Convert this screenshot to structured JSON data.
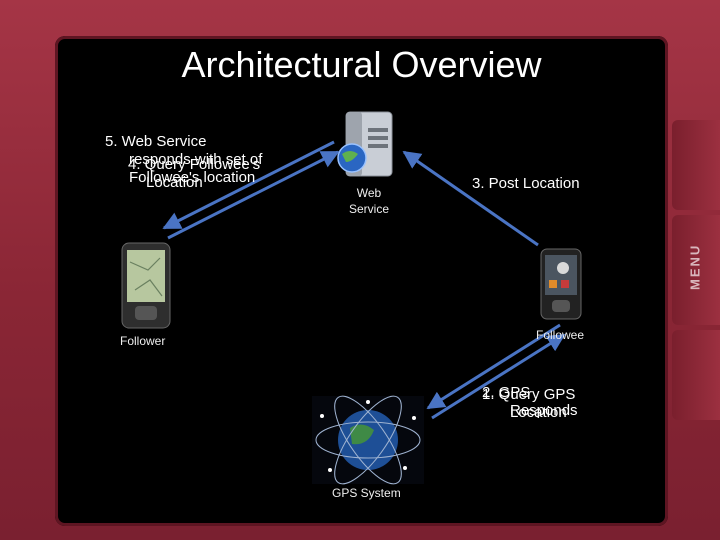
{
  "slide": {
    "title": "Architectural Overview",
    "side_menu_label": "MENU"
  },
  "nodes": {
    "web_service": "Web Service",
    "follower": "Follower",
    "followee": "Followee",
    "gps_system": "GPS System"
  },
  "steps": {
    "step5_line1": "5.  Web Service",
    "step5_line2": "responds with set of",
    "step5_line3": "Followee's location",
    "step4_line1": "4.  Query Followee's",
    "step4_line2": "Location",
    "step3": "3.   Post Location",
    "step1_line1": "1.  Query GPS",
    "step1_line2": "Location",
    "step2_line1": "2.  GPS",
    "step2_line2": "Responds"
  },
  "colors": {
    "arrow": "#4a74c4",
    "device_frame": "#8f2a39",
    "screen": "#000000"
  }
}
